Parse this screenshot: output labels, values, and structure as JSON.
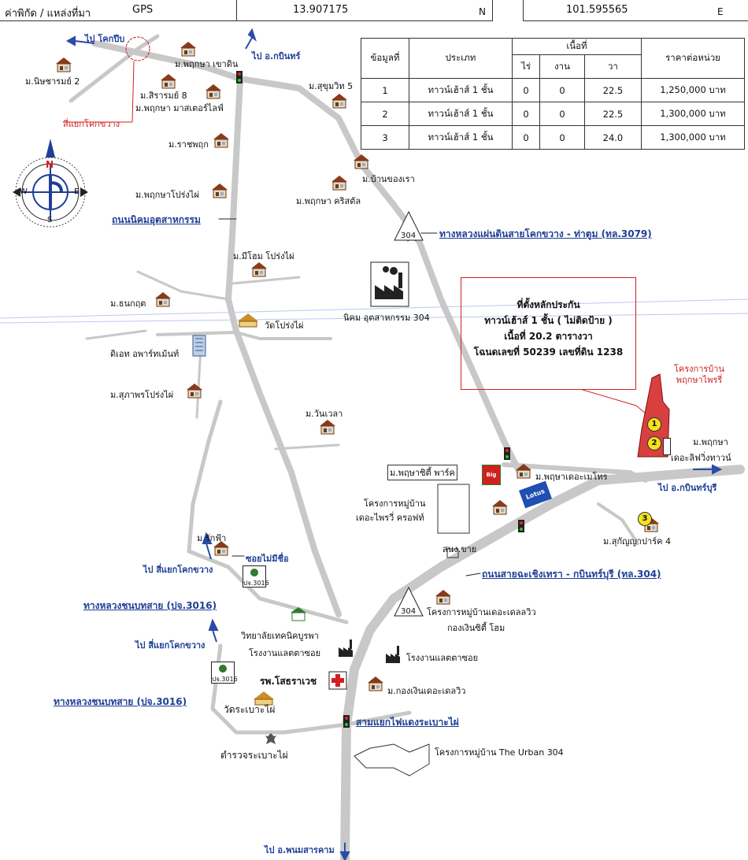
{
  "header": {
    "coord_label": "ค่าพิกัด / แหล่งที่มา",
    "coord_source": "GPS",
    "lat": "13.907175",
    "lat_suffix": "N",
    "lon": "101.595565",
    "lon_suffix": "E"
  },
  "table": {
    "headers": {
      "info": "ข้อมูลที่",
      "type": "ประเภท",
      "area": "เนื้อที่",
      "rai": "ไร่",
      "ngan": "งาน",
      "wa": "วา",
      "price": "ราคาต่อหน่วย"
    },
    "rows": [
      {
        "no": "1",
        "type": "ทาวน์เฮ้าส์ 1 ชั้น",
        "rai": "0",
        "ngan": "0",
        "wa": "22.5",
        "price": "1,250,000 บาท"
      },
      {
        "no": "2",
        "type": "ทาวน์เฮ้าส์ 1 ชั้น",
        "rai": "0",
        "ngan": "0",
        "wa": "22.5",
        "price": "1,300,000 บาท"
      },
      {
        "no": "3",
        "type": "ทาวน์เฮ้าส์ 1 ชั้น",
        "rai": "0",
        "ngan": "0",
        "wa": "24.0",
        "price": "1,300,000 บาท"
      }
    ]
  },
  "collateral": {
    "line1": "ที่ตั้งหลักประกัน",
    "line2": "ทาวน์เฮ้าส์ 1 ชั้น ( ไม่ติดป้าย )",
    "line3": "เนื้อที่ 20.2 ตารางวา",
    "line4": "โฉนดเลขที่ 50239 เลขที่ดิน 1238"
  },
  "compass": {
    "n": "N",
    "s": "S",
    "e": "E",
    "w": "W"
  },
  "labels": {
    "to_khokpeep": "ไป โคกปีบ",
    "to_kabinburi_top": "ไป อ.กบินทร์",
    "khokkwang_junction": "สี่แยกโคกขวาง",
    "nitcharom2": "ม.นิษชารมย์ 2",
    "pruksa_khaotin": "ม.พฤกษา เขาดิน",
    "sirarom8": "ม.สิรารมย์ 8",
    "pruksa_master": "ม.พฤกษา มาสเตอร์ไลฟ์",
    "ratchapruek": "ม.ราชพฤก",
    "pruksa_prongphai": "ม.พฤกษาโปร่งไผ่",
    "sukhumvit5": "ม.สุขุมวิท 5",
    "ban_khongrao": "ม.บ้านของเรา",
    "pruksa_crystal": "ม.พฤกษา คริสตัล",
    "industrial_road": "ถนนนิคมอุตสาหกรรม",
    "highway_3079_no": "304",
    "highway_3079": "ทางหลวงแผ่นดินสายโคกขวาง - ท่าตูม (ทล.3079)",
    "meehome": "ม.มีโฮม โปร่งไผ่",
    "thanakrit": "ม.ธนกฤต",
    "wat_prongphai": "วัดโปร่งไผ่",
    "industrial_estate": "นิคม อุตสาหกรรม 304",
    "dn_apartment": "ดิเอท อพาร์ทเม้นท์",
    "suphaphon": "ม.สุภาพรโปร่งไผ่",
    "wanwela": "ม.วันเวลา",
    "pruksa_pri_project": "โครงการบ้าน พฤกษาไพรรี่",
    "pruksa_city_park": "ม.พฤษาซิตี้ พาร์ค",
    "pruksa_metro": "ม.พฤษาเดอะเมโทร",
    "pruksa_lifting": "ม.พฤกษา",
    "pruksa_lifting2": "เดอะลิฟวิ่งทาวน์",
    "to_kabinburi_right": "ไป อ.กบินทร์บุรี",
    "the_pri_croft": "โครงการหมู่บ้าน",
    "the_pri_croft2": "เดอะไพรวี่ ครอฟท์",
    "sukanya_park": "ม.สุกัญญาปาร์ค 4",
    "snong_khai": "สนง.ขาย",
    "route304": "ถนนสายฉะเชิงเทรา - กบินทร์บุรี (ทล.304)",
    "rakfa": "ม.รักฟ้า",
    "soi_unnamed": "ซอยไม่มีชื่อ",
    "to_khokkwang_mid": "ไป สี่แยกโคกขวาง",
    "tag3016": "ปจ.3016",
    "rural_3016_mid": "ทางหลวงชนบทสาย (ปจ.3016)",
    "delle_view": "โครงการหมู่บ้านเดอะเดลลวิว",
    "ngern_city": "กองเงินซิตี้ โฮม",
    "route304_no2": "304",
    "tech_college": "วิทยาลัยเทคนิคบูรพา",
    "factory1": "โรงงานแลตตาซอย",
    "factory2": "โรงงานแลตตาซอย",
    "to_khokkwang_low": "ไป สี่แยกโคกขวาง",
    "hospital": "รพ.โสธราเวช",
    "kongngern": "ม.กองเงินเดอะเดลวิว",
    "rural_3016_low": "ทางหลวงชนบทสาย (ปจ.3016)",
    "wat_rabo": "วัดระเบาะไผ่",
    "rabo_junction": "สามแยกไฟแดงระเบาะไผ่",
    "police": "ตำรวจระเบาะไผ่",
    "urban304": "โครงการหมู่บ้าน The Urban 304",
    "to_phanom": "ไป อ.พนมสารคาม",
    "big_label": "Big",
    "lotus_label": "Lotus"
  },
  "markers": [
    "1",
    "2",
    "3"
  ]
}
